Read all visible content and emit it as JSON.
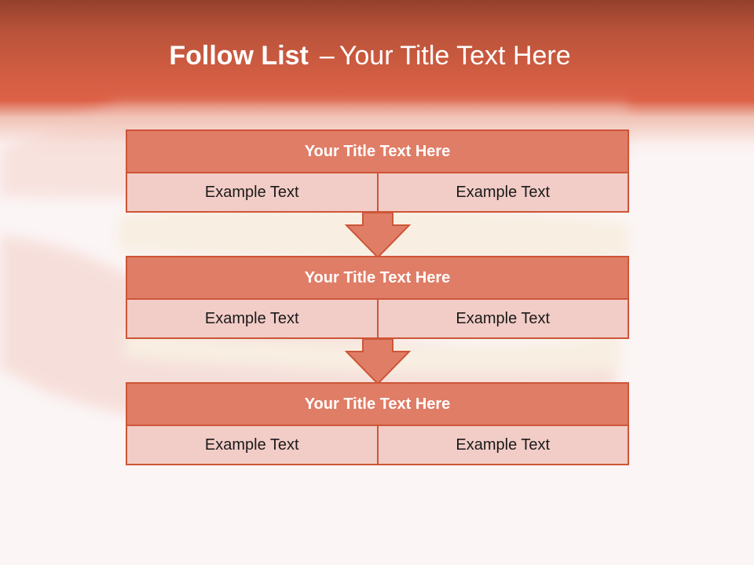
{
  "slide": {
    "title_bold": "Follow List",
    "title_dash": "–",
    "title_rest": "Your Title Text Here"
  },
  "colors": {
    "header": "#d45e43",
    "block_title_fill": "#e07d67",
    "block_cell_fill": "#f2ccc6",
    "border": "#cd5637"
  },
  "steps": [
    {
      "title": "Your Title Text Here",
      "items": [
        "Example Text",
        "Example Text"
      ]
    },
    {
      "title": "Your Title Text Here",
      "items": [
        "Example Text",
        "Example Text"
      ]
    },
    {
      "title": "Your Title Text Here",
      "items": [
        "Example Text",
        "Example Text"
      ]
    }
  ]
}
